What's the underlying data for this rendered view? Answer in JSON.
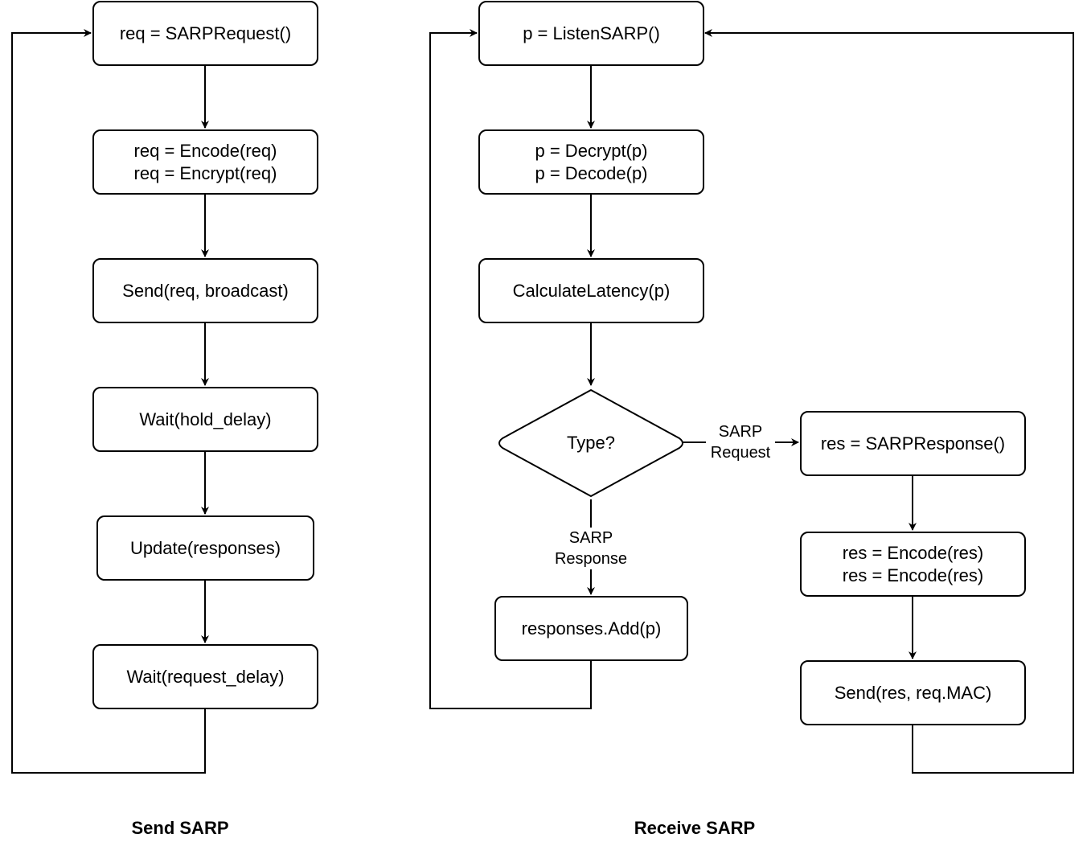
{
  "send": {
    "title": "Send SARP",
    "nodes": {
      "sarp_request": "req = SARPRequest()",
      "encode": "req = Encode(req)",
      "encrypt": "req = Encrypt(req)",
      "send": "Send(req, broadcast)",
      "wait_hold": "Wait(hold_delay)",
      "update": "Update(responses)",
      "wait_request": "Wait(request_delay)"
    }
  },
  "receive": {
    "title": "Receive SARP",
    "nodes": {
      "listen": "p = ListenSARP()",
      "decrypt": "p = Decrypt(p)",
      "decode": "p = Decode(p)",
      "latency": "CalculateLatency(p)",
      "type_decision": "Type?",
      "add_response": "responses.Add(p)",
      "sarp_response": "res = SARPResponse()",
      "encode_res_1": "res = Encode(res)",
      "encode_res_2": "res = Encode(res)",
      "send_res": "Send(res, req.MAC)"
    },
    "edge_labels": {
      "request_line1": "SARP",
      "request_line2": "Request",
      "response_line1": "SARP",
      "response_line2": "Response"
    }
  }
}
